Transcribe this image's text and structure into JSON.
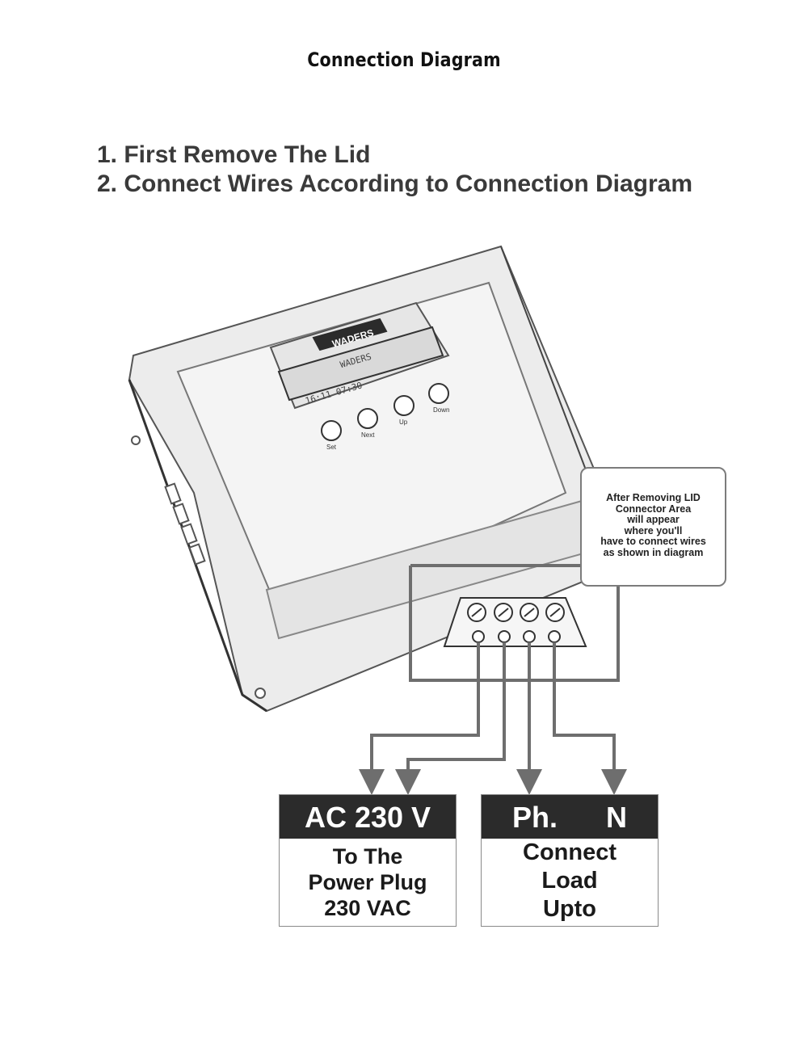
{
  "title": "Connection Diagram",
  "steps": [
    "1. First Remove The Lid",
    "2. Connect Wires According to Connection Diagram"
  ],
  "device": {
    "brand": "WADERS",
    "lcd_line1": "WADERS",
    "lcd_line2": "16:11 07:30",
    "buttons": [
      "Set",
      "Next",
      "Up",
      "Down"
    ]
  },
  "note": {
    "lines": [
      "After Removing LID",
      "Connector Area",
      "will appear",
      "where you'll",
      "have to connect wires",
      "as shown in diagram"
    ]
  },
  "power_box": {
    "header": "AC 230 V",
    "lines": [
      "To The",
      "Power Plug",
      "230 VAC"
    ]
  },
  "load_box": {
    "header_ph": "Ph.",
    "header_n": "N",
    "lines": [
      "Connect",
      "Load",
      "Upto"
    ]
  },
  "colors": {
    "wire": "#6e6e6e",
    "box_header": "#2b2b2b",
    "device_fill": "#efefef",
    "sketch_line": "#555555"
  }
}
